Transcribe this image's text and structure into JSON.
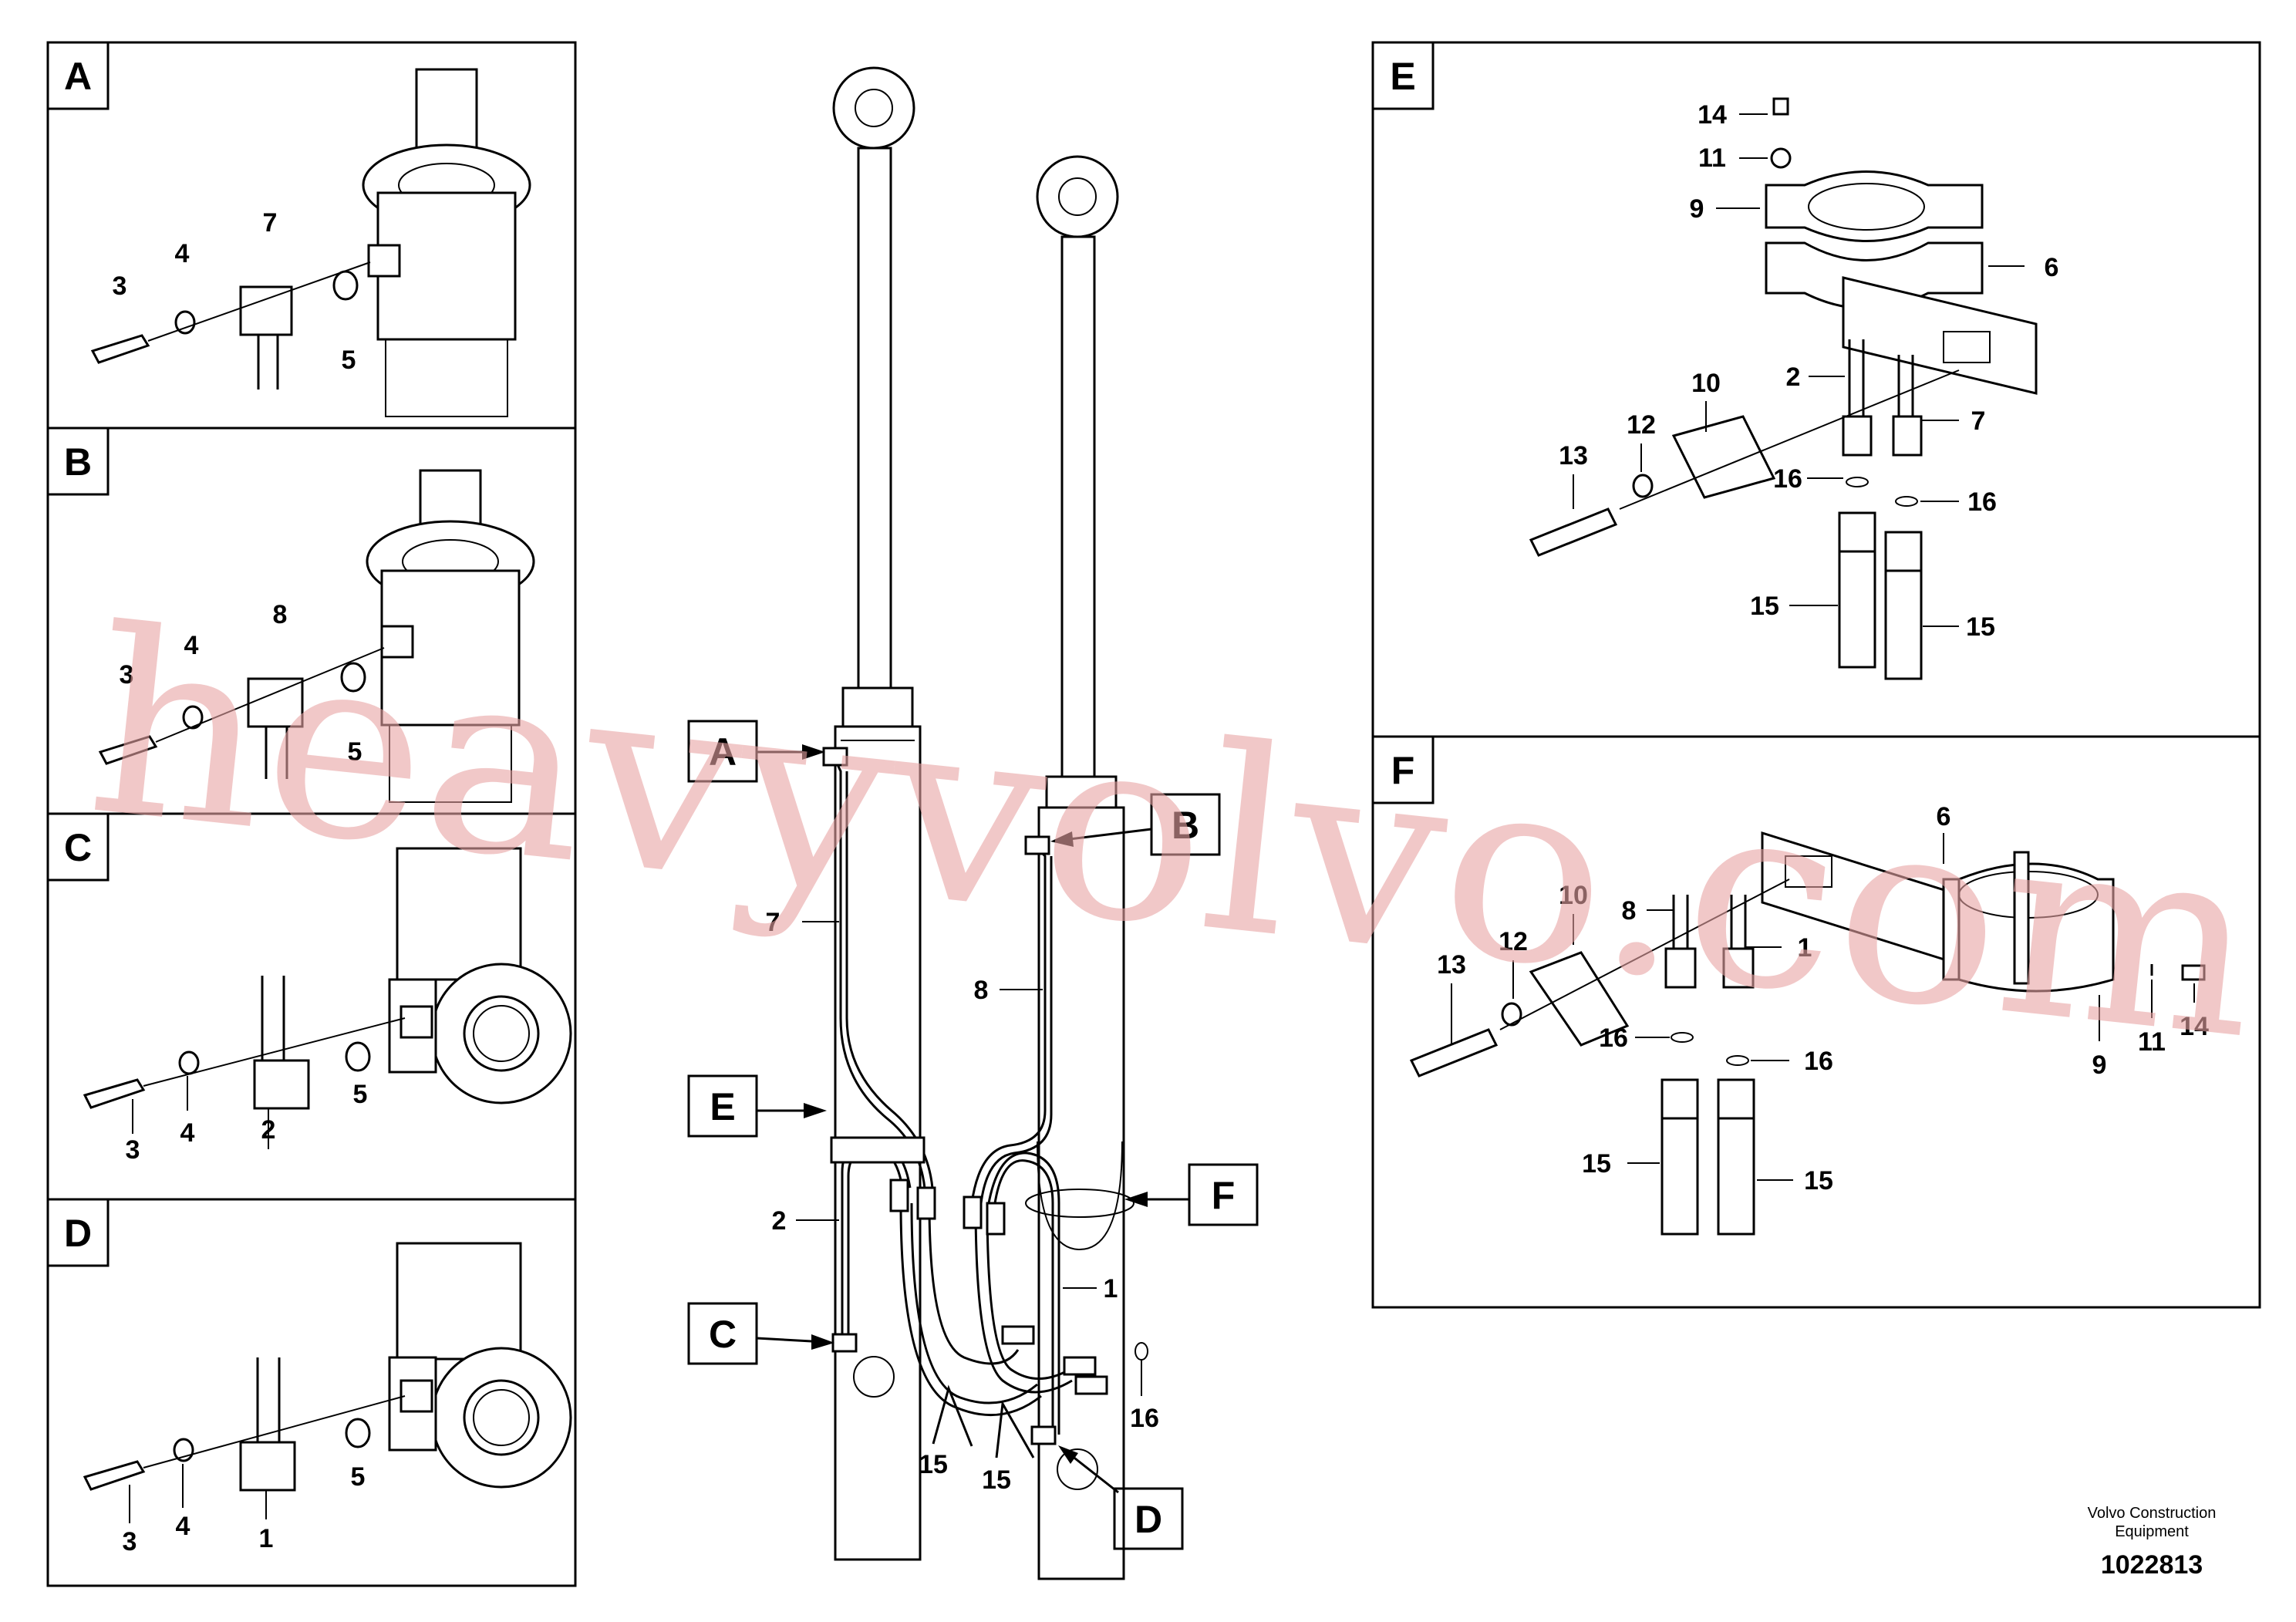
{
  "panels": {
    "A": {
      "letter": "A",
      "labels": [
        "7",
        "4",
        "3",
        "5"
      ]
    },
    "B": {
      "letter": "B",
      "labels": [
        "8",
        "4",
        "3",
        "5"
      ]
    },
    "C": {
      "letter": "C",
      "labels": [
        "5",
        "3",
        "4",
        "2"
      ]
    },
    "D": {
      "letter": "D",
      "labels": [
        "5",
        "3",
        "4",
        "1"
      ]
    },
    "E": {
      "letter": "E",
      "labels": [
        "14",
        "11",
        "9",
        "6",
        "2",
        "7",
        "10",
        "12",
        "13",
        "16",
        "16",
        "15",
        "15"
      ]
    },
    "F": {
      "letter": "F",
      "labels": [
        "6",
        "10",
        "8",
        "1",
        "12",
        "13",
        "16",
        "16",
        "15",
        "15",
        "9",
        "11",
        "14"
      ]
    }
  },
  "main": {
    "callouts": [
      "A",
      "B",
      "E",
      "F",
      "C",
      "D"
    ],
    "labels": [
      "7",
      "8",
      "2",
      "1",
      "16",
      "15",
      "15"
    ]
  },
  "watermark": "heavyvolvo.com",
  "footer": {
    "brand_line1": "Volvo Construction",
    "brand_line2": "Equipment",
    "drawing_number": "1022813"
  }
}
